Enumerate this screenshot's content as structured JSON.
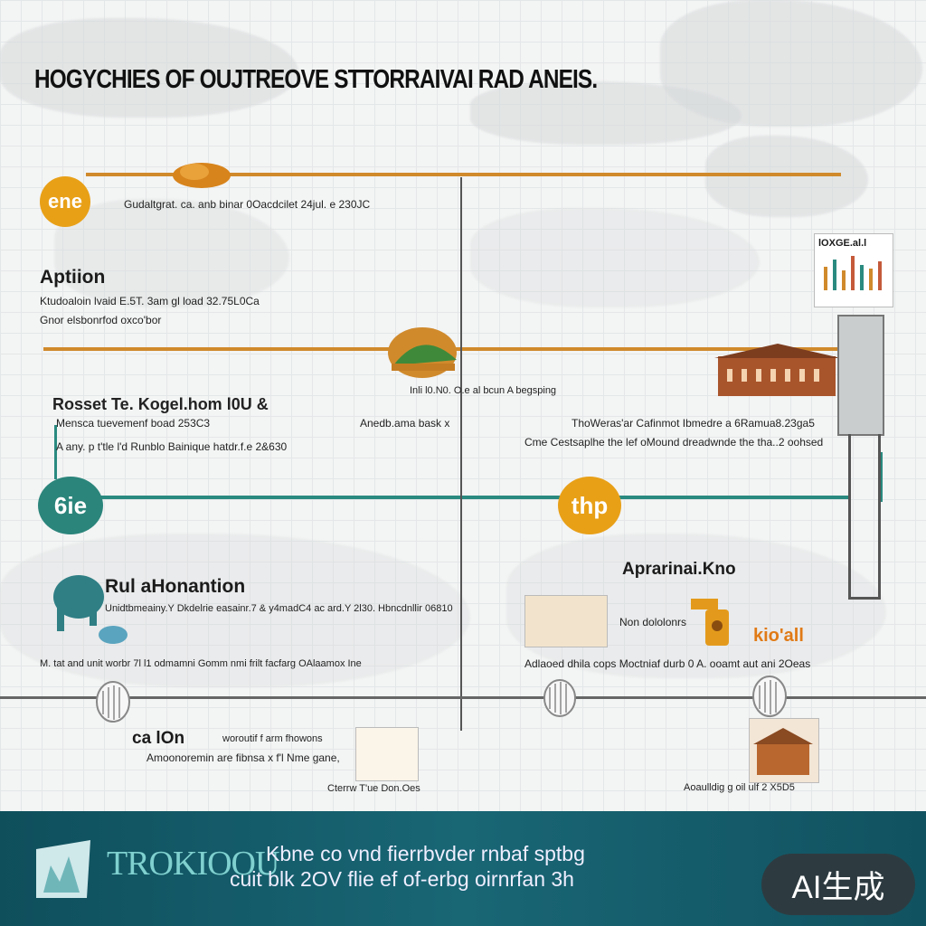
{
  "title": "HOGYCHIES OF OUJTREOVE STTORRAIVAI RAD ANEIS.",
  "timeline": {
    "row1": {
      "badge": "ene",
      "caption": "Gudaltgrat. ca. anb binar 0Oacdcilet 24jul. e 230JC"
    },
    "aptiion": {
      "heading": "Aptiion",
      "line1": "Ktudoaloin lvaid E.5T. 3am gl load 32.75L0Ca",
      "line2": "Gnor elsbonrfod oxco'bor"
    },
    "row2_left": {
      "heading": "Rosset Te. Kogel.hom  l0U &",
      "line1": "Mensca tuevemenf boad  253C3",
      "line2": "A any. p t'tle l'd Runblo Bainique hatdr.f.e 2&630"
    },
    "row2_mid": {
      "caption": "Inli l0.N0. O.e al bcun A begsping",
      "sub": "Anedb.ama bask x"
    },
    "row2_right": {
      "line1": "ThoWeras'ar Cafinmot Ibmedre a 6Ramua8.23ga5",
      "line2": "Cme Cestsaplhe the lef oMound dreadwnde the tha..2 oohsed"
    },
    "row3": {
      "badge_left": "6ie",
      "badge_mid": "thp"
    },
    "rul": {
      "heading": "Rul aHonantion",
      "line1": "Unidtbmeainy.Y Dkdelrie easainr.7 & y4madC4 ac ard.Y 2l30. Hbncdnllir 06810",
      "line2": "M. tat and unit worbr 7l l1 odmamni Gomm nmi frilt facfarg OAlaamox Ine"
    },
    "apr": {
      "heading": "Aprarinai.Kno",
      "sub": "Non dololonrs",
      "brand": "kio'all",
      "line": "Adlaoed dhila cops Moctniaf durb 0 A. ooamt aut ani 2Oeas"
    },
    "bottom_left": {
      "heading": "ca lOn",
      "line1": "woroutif f arm fhowons",
      "line2": "Amoonoremin are fibnsa x f'l Nme gane,",
      "caption": "Cterrw T'ue Don.Oes"
    },
    "bottom_right": {
      "caption": "Aoaulldig g oil ulf 2 X5D5"
    },
    "inset": {
      "label": "lOXGE.al.l"
    }
  },
  "footer": {
    "logo": "TROKIOOU",
    "line1": "Kbne co vnd fierrbvder rnbaf sptbg",
    "line2": "cuit blk  2OV flie ef of-erbg oirnrfan 3h",
    "ai_badge": "AI生成"
  },
  "colors": {
    "orange": "#d08a2c",
    "teal": "#2a8a80",
    "footer": "#196675",
    "badge_orange": "#e8a017"
  }
}
